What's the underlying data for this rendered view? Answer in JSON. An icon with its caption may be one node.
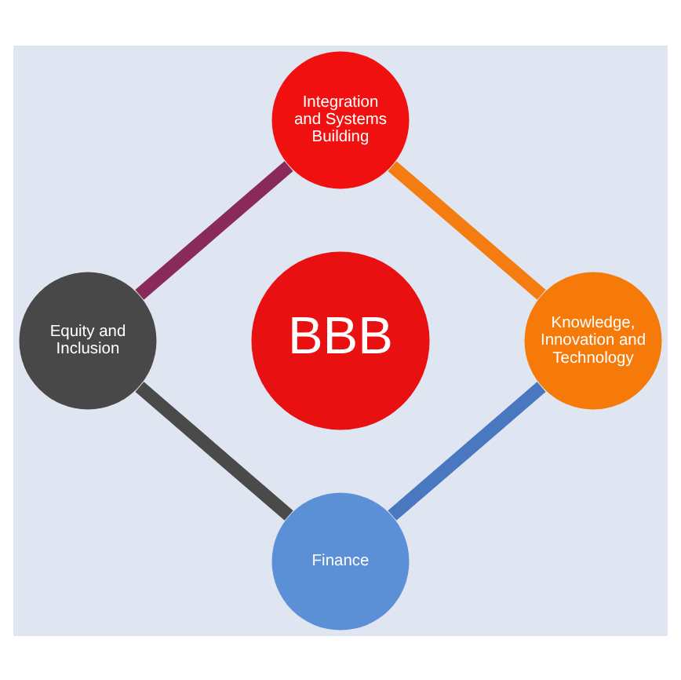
{
  "diagram": {
    "nodes": [
      {
        "text": [
          "Integration and Systems Building"
        ]
      },
      {
        "text": [
          "Equity and Inclusion"
        ]
      },
      {
        "text": [
          "BBB"
        ]
      },
      {
        "text": [
          "Knowledge, Innovation and Technology"
        ]
      },
      {
        "text": [
          "Finance"
        ]
      }
    ],
    "edges": [
      {
        "from": 0,
        "to": 3,
        "arrow": "none",
        "color": "#f57c10"
      },
      {
        "from": 3,
        "to": 4,
        "arrow": "none",
        "color": "#4a78c0"
      },
      {
        "from": 4,
        "to": 1,
        "arrow": "none",
        "color": "#4a4a4a"
      },
      {
        "from": 1,
        "to": 0,
        "arrow": "none",
        "color": "#8a2a5a"
      }
    ]
  }
}
